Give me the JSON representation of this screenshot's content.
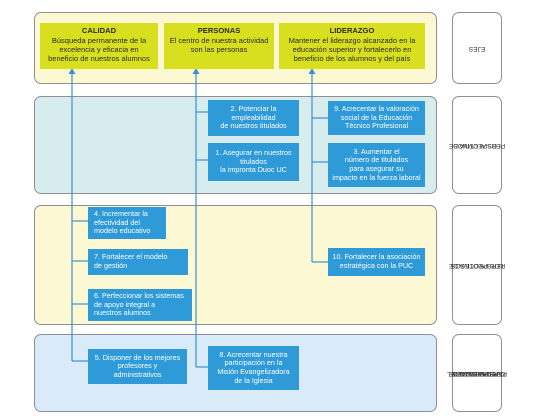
{
  "ejes": {
    "calidad": {
      "title": "CALIDAD",
      "line1": "Búsqueda permanente de la",
      "line2": "excelencia y eficacia en",
      "line3": "beneficio de nuestros alumnos"
    },
    "personas": {
      "title": "PERSONAS",
      "line1": "El centro de nuestra actividad",
      "line2": "son las personas"
    },
    "liderazgo": {
      "title": "LIDERAZGO",
      "line1": "Mantener el liderazgo alcanzado en la",
      "line2": "educación superior y fortalecerlo en",
      "line3": "beneficio de los alumnos y del país"
    }
  },
  "objectives": {
    "o1": [
      "1. Asegurar en nuestros",
      "titulados",
      "la impronta Duoc UC"
    ],
    "o2": [
      "2. Potenciar la",
      "empleabilidad",
      "de nuestros titulados"
    ],
    "o3": [
      "3. Aumentar el",
      "número de titulados",
      "para asegurar su",
      "impacto en la fuerza laboral"
    ],
    "o4": [
      "4. Incrementar la",
      "efectividad del",
      "modelo educativo"
    ],
    "o5": [
      "5. Disponer de los mejores",
      "profesores y",
      "administrativos"
    ],
    "o6": [
      "6. Perfeccionar los sistemas",
      "de apoyo integral a",
      "nuestros alumnos"
    ],
    "o7": [
      "7. Fortalecer el modelo",
      "de gestión"
    ],
    "o8": [
      "8. Acrecentar nuestra",
      "participación en la",
      "Misión Evangelizadora",
      "de la Iglesia"
    ],
    "o9": [
      "9. Acrecentar la valoración",
      "social de la Educación",
      "Técnico Profesional"
    ],
    "o10": [
      "10. Fortalecer la asociación",
      "estratégica con la PUC"
    ]
  },
  "sidebar": {
    "ejes": [
      "EJES"
    ],
    "alumnos": [
      "PERSPECTIVA DE",
      "LOS ALUMNOS"
    ],
    "procesos": [
      "PERSPECTIVA DE",
      "LOS PROCESOS"
    ],
    "personas": [
      "PERSPECTIVA DEL",
      "APRENDIZAJE Y",
      "CRECIMIENTO DE",
      "LAS PERSONAS"
    ]
  },
  "colors": {
    "eje_box": "#d8df1e",
    "objective_box": "#2e9ad8",
    "line": "#3d8fd0"
  }
}
